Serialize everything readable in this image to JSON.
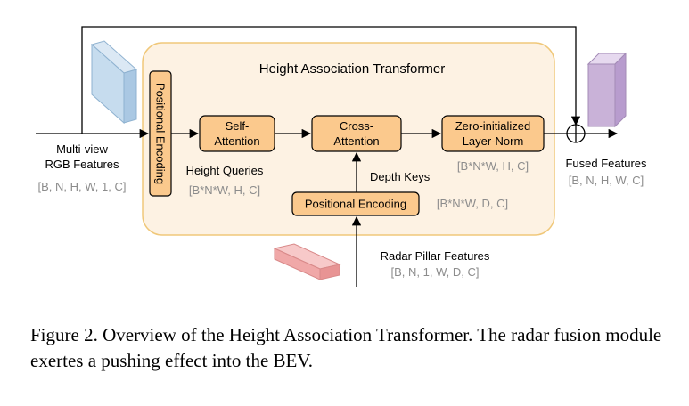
{
  "diagram": {
    "title": "Height Association Transformer",
    "blocks": {
      "pos_enc_vertical": "Positional Encoding",
      "self_attention": [
        "Self-",
        "Attention"
      ],
      "cross_attention": [
        "Cross-",
        "Attention"
      ],
      "zero_init_norm": [
        "Zero-initialized",
        "Layer-Norm"
      ],
      "pos_enc_bottom": "Positional Encoding"
    },
    "labels": {
      "input": [
        "Multi-view",
        "RGB Features"
      ],
      "input_shape": "[B, N, H, W, 1, C]",
      "height_queries": "Height Queries",
      "height_queries_shape": "[B*N*W, H, C]",
      "depth_keys": "Depth Keys",
      "depth_keys_shape": "[B*N*W, D, C]",
      "norm_shape": "[B*N*W, H, C]",
      "radar": "Radar Pillar Features",
      "radar_shape": "[B, N, 1, W, D, C]",
      "output": "Fused Features",
      "output_shape": "[B, N, H, W, C]",
      "sum_symbol": "+"
    },
    "colors": {
      "region_fill": "#fdf2e3",
      "region_stroke": "#f0c87a",
      "block_fill": "#fbc98d",
      "block_stroke": "#000000",
      "rgb_cube": "#c6dcee",
      "radar_cube": "#f0a8a8",
      "fused_cube": "#d6c3e3",
      "shape_text": "#8c8c8c"
    }
  },
  "caption": "Figure 2.  Overview of the Height Association Transformer.  The radar fusion module exertes a pushing effect into the BEV."
}
